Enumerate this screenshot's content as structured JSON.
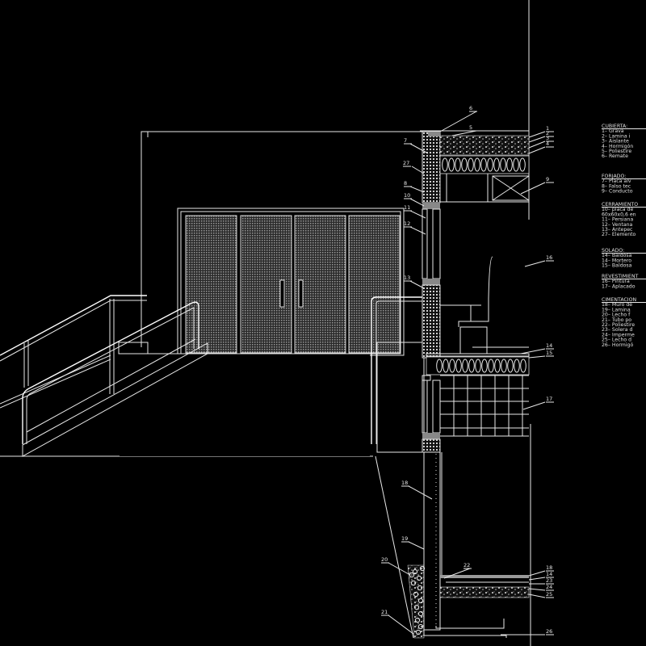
{
  "drawing": {
    "colors": {
      "background": "#000000",
      "line": "#e8e8e8",
      "hatch": "#8a8a8a"
    },
    "callouts": [
      "6",
      "5",
      "1",
      "2",
      "3",
      "4",
      "7",
      "27",
      "8",
      "10",
      "11",
      "12",
      "9",
      "13",
      "16",
      "14",
      "15",
      "17",
      "18",
      "19",
      "20",
      "21",
      "22",
      "18",
      "14",
      "23",
      "24",
      "25",
      "26"
    ]
  },
  "legend": {
    "sections": [
      {
        "title": "CUBIERTA:",
        "items": [
          "1– Grava",
          "2– Lamina i",
          "3– Aislante",
          "4– Hormigón",
          "5– Poliestire",
          "6– Remate"
        ]
      },
      {
        "title": "FORJADO:",
        "items": [
          "7– Placa alv",
          "8– Falso tec",
          "9– Conducto"
        ]
      },
      {
        "title": "CERRAMIENTO",
        "items": [
          "10– placa de",
          "60x60x0,6 en",
          "11– Persiana",
          "12– Ventana",
          "13– Antepec",
          "27– Elemento"
        ]
      },
      {
        "title": "SOLADO:",
        "items": [
          "14– Baldosa",
          "14– Mortero",
          "15– Baldosa"
        ]
      },
      {
        "title": "REVESTIMIENT",
        "items": [
          "16– Pintura",
          "17– Aplacado"
        ]
      },
      {
        "title": "CIMENTACION",
        "items": [
          "18– Muro de",
          "19– Lamina",
          "20– Lecho f",
          "21– Tubo po",
          "22– Poliestire",
          "23– Solera d",
          "24– Imperme",
          "25– Lecho d",
          "26– Hormigó"
        ]
      }
    ]
  }
}
